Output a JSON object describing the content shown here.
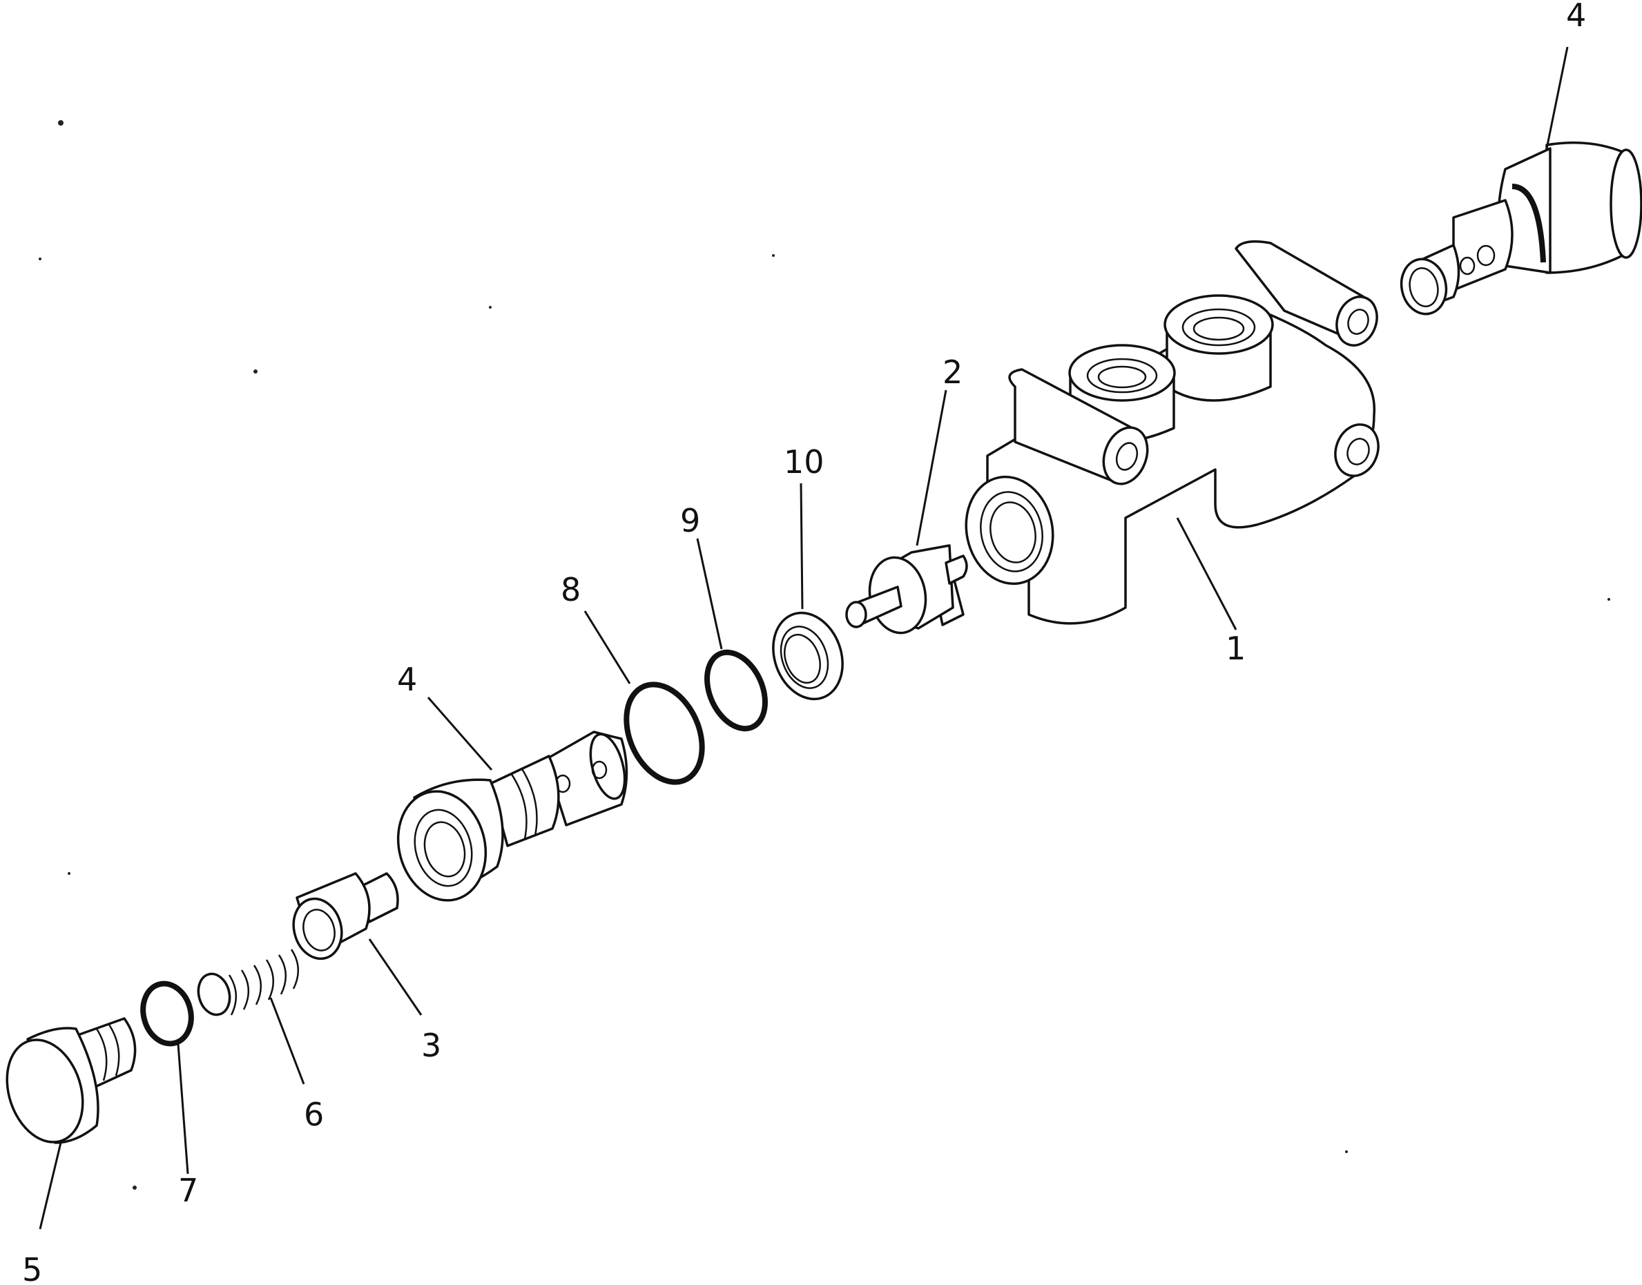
{
  "callouts": [
    {
      "id": "c1",
      "text": "1"
    },
    {
      "id": "c2",
      "text": "2"
    },
    {
      "id": "c3",
      "text": "3"
    },
    {
      "id": "c4a",
      "text": "4"
    },
    {
      "id": "c4b",
      "text": "4"
    },
    {
      "id": "c5",
      "text": "5"
    },
    {
      "id": "c6",
      "text": "6"
    },
    {
      "id": "c7",
      "text": "7"
    },
    {
      "id": "c8",
      "text": "8"
    },
    {
      "id": "c9",
      "text": "9"
    },
    {
      "id": "c10",
      "text": "10"
    }
  ],
  "colors": {
    "line": "#111111",
    "background": "#ffffff"
  }
}
